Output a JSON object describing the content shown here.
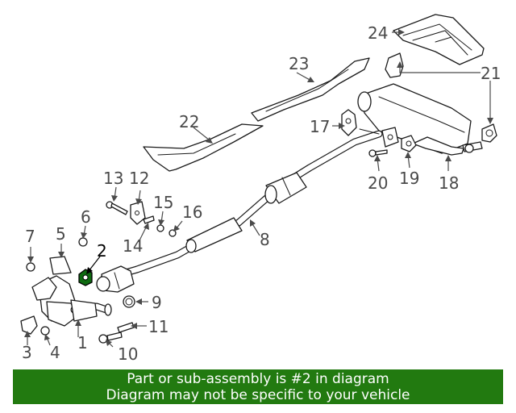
{
  "diagram": {
    "highlighted_part": "2",
    "callouts": [
      "1",
      "2",
      "3",
      "4",
      "5",
      "6",
      "7",
      "8",
      "9",
      "10",
      "11",
      "12",
      "13",
      "14",
      "15",
      "16",
      "17",
      "18",
      "19",
      "20",
      "21",
      "22",
      "23",
      "24"
    ]
  },
  "banner": {
    "line1": "Part or sub-assembly is #2 in diagram",
    "line2": "Diagram may not be specific to your vehicle",
    "background": "#227a10",
    "text_color": "#ffffff"
  }
}
